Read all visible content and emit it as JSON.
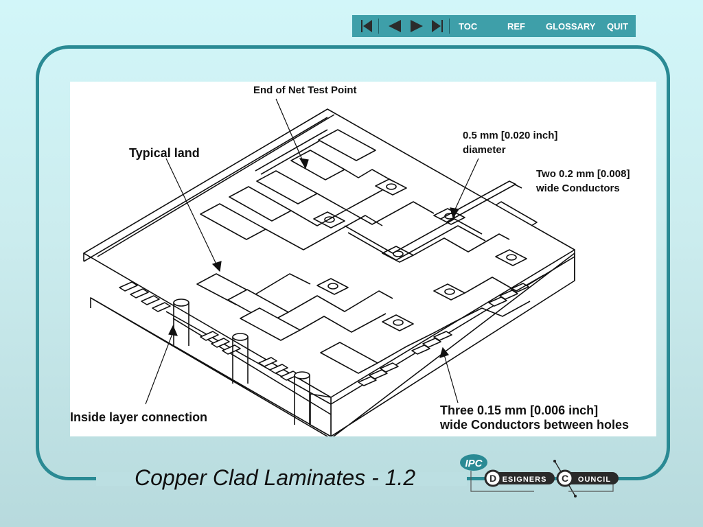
{
  "nav": {
    "toc": "TOC",
    "ref": "REF",
    "glossary": "GLOSSARY",
    "quit": "QUIT"
  },
  "figure": {
    "labels": {
      "end_of_net": "End of Net Test Point",
      "typical_land": "Typical land",
      "diameter_line1": "0.5 mm [0.020 inch]",
      "diameter_line2": "diameter",
      "two_cond_line1": "Two 0.2 mm [0.008]",
      "two_cond_line2": "wide Conductors",
      "inside_layer": "Inside layer connection",
      "three_cond_line1": "Three 0.15 mm [0.006 inch]",
      "three_cond_line2": "wide Conductors between holes"
    }
  },
  "caption": "Copper Clad Laminates - 1.2",
  "logo": {
    "ipc": "IPC",
    "designers_initial": "D",
    "designers_rest": "ESIGNERS",
    "council_initial": "C",
    "council_rest": "OUNCIL"
  },
  "colors": {
    "accent": "#2a8a94",
    "navbar": "#3e9fa9",
    "background": "#cdeff2"
  }
}
